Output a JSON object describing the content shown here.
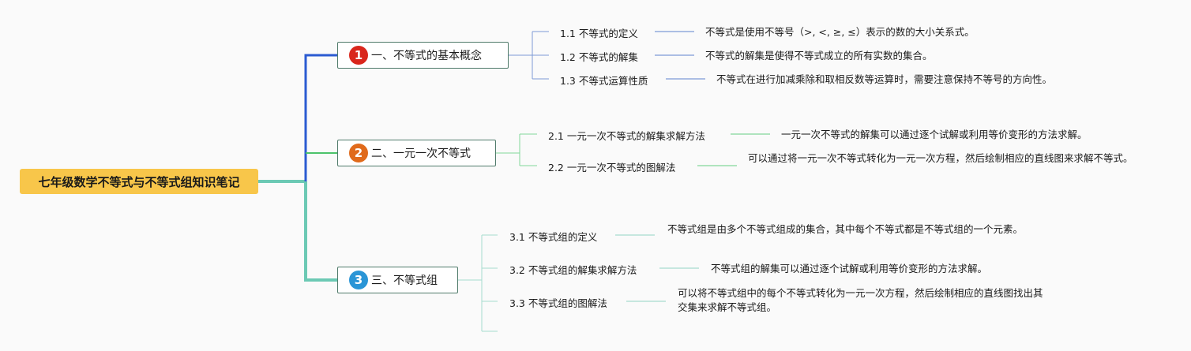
{
  "root": {
    "label": "七年级数学不等式与不等式组知识笔记",
    "color": "#f8c64a"
  },
  "branches": [
    {
      "badge": "1",
      "badge_color": "#d9261c",
      "line_color": "#2b5bd1",
      "label": "一、不等式的基本概念",
      "items": [
        {
          "label": "1.1 不等式的定义",
          "desc": "不等式是使用不等号（>, <, ≥, ≤）表示的数的大小关系式。"
        },
        {
          "label": "1.2 不等式的解集",
          "desc": "不等式的解集是使得不等式成立的所有实数的集合。"
        },
        {
          "label": "1.3 不等式运算性质",
          "desc": "不等式在进行加减乘除和取相反数等运算时，需要注意保持不等号的方向性。"
        }
      ]
    },
    {
      "badge": "2",
      "badge_color": "#e06a1b",
      "line_color": "#4cc36b",
      "label": "二、一元一次不等式",
      "items": [
        {
          "label": "2.1 一元一次不等式的解集求解方法",
          "desc": "一元一次不等式的解集可以通过逐个试解或利用等价变形的方法求解。"
        },
        {
          "label": "2.2 一元一次不等式的图解法",
          "desc": "可以通过将一元一次不等式转化为一元一次方程，然后绘制相应的直线图来求解不等式。"
        }
      ]
    },
    {
      "badge": "3",
      "badge_color": "#2a95d6",
      "line_color": "#6cc9b4",
      "label": "三、不等式组",
      "items": [
        {
          "label": "3.1 不等式组的定义",
          "desc": "不等式组是由多个不等式组成的集合，其中每个不等式都是不等式组的一个元素。"
        },
        {
          "label": "3.2 不等式组的解集求解方法",
          "desc": "不等式组的解集可以通过逐个试解或利用等价变形的方法求解。"
        },
        {
          "label": "3.3 不等式组的图解法",
          "desc": "可以将不等式组中的每个不等式转化为一元一次方程，然后绘制相应的直线图找出其交集来求解不等式组。"
        }
      ]
    }
  ]
}
